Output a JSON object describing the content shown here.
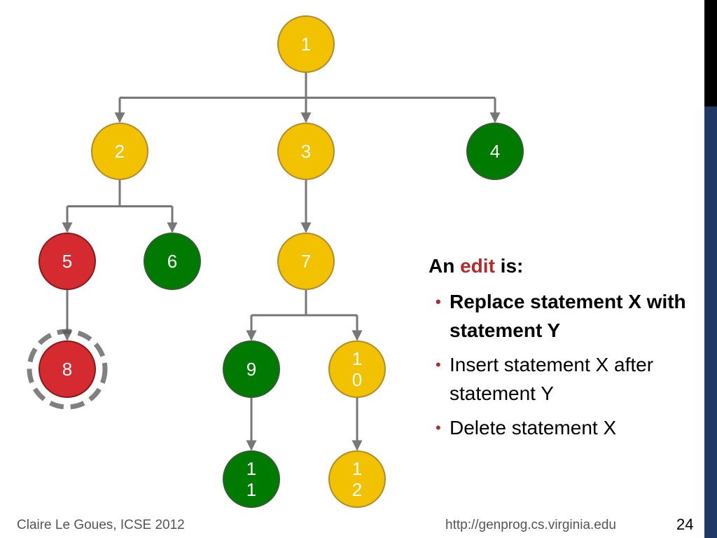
{
  "colors": {
    "yellow": "#f2c200",
    "yellow_border": "#b48b2a",
    "green": "#007a00",
    "green_border": "#2f5f2f",
    "red": "#d42a30",
    "red_border": "#8a1a1a",
    "edge": "#777777",
    "accent": "#b22a2a"
  },
  "tree": {
    "nodes": [
      {
        "id": "1",
        "lines": [
          "1"
        ],
        "color": "yellow"
      },
      {
        "id": "2",
        "lines": [
          "2"
        ],
        "color": "yellow"
      },
      {
        "id": "3",
        "lines": [
          "3"
        ],
        "color": "yellow"
      },
      {
        "id": "4",
        "lines": [
          "4"
        ],
        "color": "green"
      },
      {
        "id": "5",
        "lines": [
          "5"
        ],
        "color": "red"
      },
      {
        "id": "6",
        "lines": [
          "6"
        ],
        "color": "green"
      },
      {
        "id": "7",
        "lines": [
          "7"
        ],
        "color": "yellow"
      },
      {
        "id": "8",
        "lines": [
          "8"
        ],
        "color": "red",
        "highlight": true
      },
      {
        "id": "9",
        "lines": [
          "9"
        ],
        "color": "green"
      },
      {
        "id": "10",
        "lines": [
          "1",
          "0"
        ],
        "color": "yellow"
      },
      {
        "id": "11",
        "lines": [
          "1",
          "1"
        ],
        "color": "green"
      },
      {
        "id": "12",
        "lines": [
          "1",
          "2"
        ],
        "color": "yellow"
      }
    ],
    "edges": [
      [
        "1",
        "2"
      ],
      [
        "1",
        "3"
      ],
      [
        "1",
        "4"
      ],
      [
        "2",
        "5"
      ],
      [
        "2",
        "6"
      ],
      [
        "3",
        "7"
      ],
      [
        "5",
        "8"
      ],
      [
        "7",
        "9"
      ],
      [
        "7",
        "10"
      ],
      [
        "9",
        "11"
      ],
      [
        "10",
        "12"
      ]
    ]
  },
  "edit_box": {
    "heading_prefix": "An",
    "heading_keyword": "edit",
    "heading_suffix": "is:",
    "items": [
      {
        "text": "Replace statement X with statement Y",
        "bold": true
      },
      {
        "text": "Insert statement X after statement Y",
        "bold": false
      },
      {
        "text": "Delete statement X",
        "bold": false
      }
    ]
  },
  "footer": {
    "author": "Claire Le Goues, ICSE 2012",
    "url": "http://genprog.cs.virginia.edu",
    "page": "24"
  }
}
